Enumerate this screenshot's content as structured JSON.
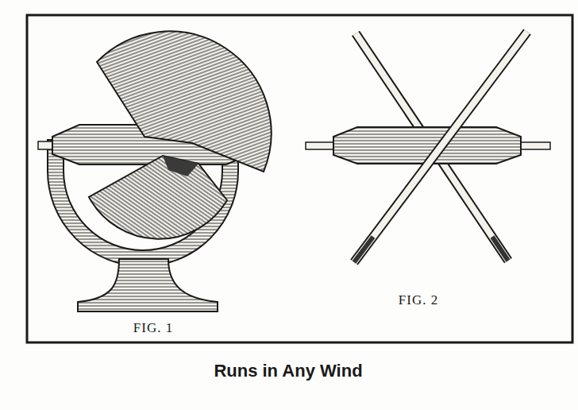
{
  "diagram": {
    "caption": "Runs in Any Wind",
    "labels": [
      "FIG. 1",
      "FIG. 2"
    ]
  }
}
